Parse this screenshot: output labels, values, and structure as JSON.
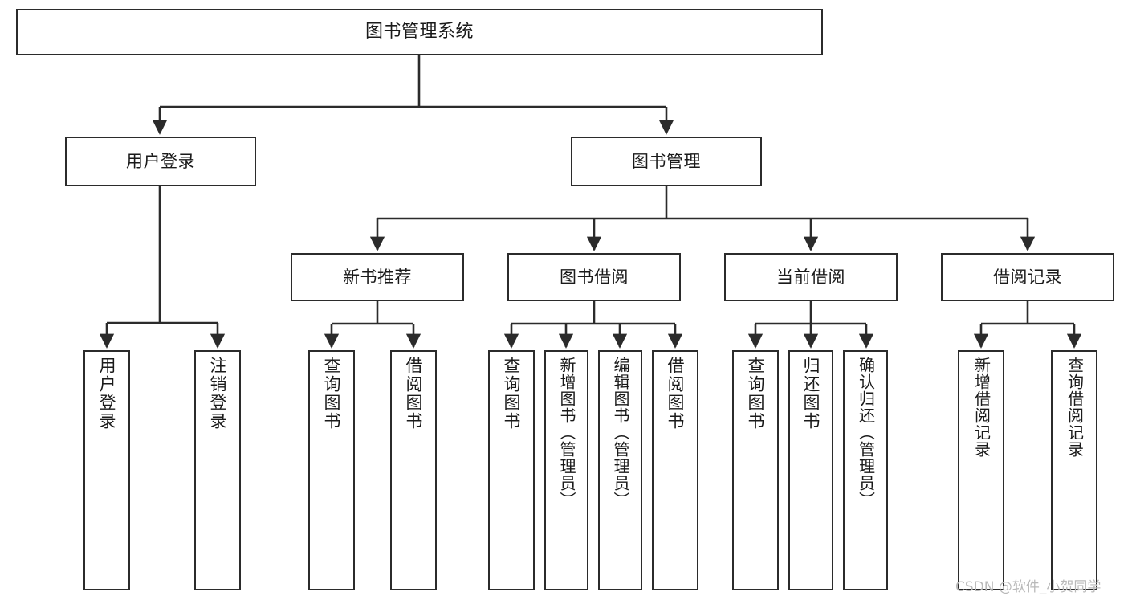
{
  "diagram": {
    "type": "tree-hierarchy-flowchart",
    "title": "图书管理系统",
    "watermark": "CSDN @软件_小贺同学",
    "colors": {
      "box_border": "#2b2b2b",
      "box_fill": "#ffffff",
      "connector": "#2b2b2b",
      "text": "#1a1a1a",
      "watermark": "#b9b9b9",
      "background": "#ffffff"
    },
    "nodes": {
      "root": {
        "id": "root",
        "label": "图书管理系统",
        "level": 1,
        "orientation": "horizontal"
      },
      "level2": [
        {
          "id": "user-login",
          "label": "用户登录",
          "level": 2,
          "orientation": "horizontal",
          "parent": "root"
        },
        {
          "id": "book-manage",
          "label": "图书管理",
          "level": 2,
          "orientation": "horizontal",
          "parent": "root"
        }
      ],
      "level3": [
        {
          "id": "new-book-recommend",
          "label": "新书推荐",
          "level": 3,
          "orientation": "horizontal",
          "parent": "book-manage"
        },
        {
          "id": "book-borrow",
          "label": "图书借阅",
          "level": 3,
          "orientation": "horizontal",
          "parent": "book-manage"
        },
        {
          "id": "current-borrow",
          "label": "当前借阅",
          "level": 3,
          "orientation": "horizontal",
          "parent": "book-manage"
        },
        {
          "id": "borrow-record",
          "label": "借阅记录",
          "level": 3,
          "orientation": "horizontal",
          "parent": "book-manage"
        }
      ],
      "leaves": [
        {
          "id": "leaf-user-login",
          "label": "用户登录",
          "orientation": "vertical",
          "parent": "user-login"
        },
        {
          "id": "leaf-user-logout",
          "label": "注销登录",
          "orientation": "vertical",
          "parent": "user-login"
        },
        {
          "id": "leaf-query-book-1",
          "label": "查询图书",
          "orientation": "vertical",
          "parent": "new-book-recommend"
        },
        {
          "id": "leaf-borrow-book-1",
          "label": "借阅图书",
          "orientation": "vertical",
          "parent": "new-book-recommend"
        },
        {
          "id": "leaf-query-book-2",
          "label": "查询图书",
          "orientation": "vertical",
          "parent": "book-borrow"
        },
        {
          "id": "leaf-add-book",
          "label": "新增图书（管理员）",
          "orientation": "vertical",
          "parent": "book-borrow"
        },
        {
          "id": "leaf-edit-book",
          "label": "编辑图书（管理员）",
          "orientation": "vertical",
          "parent": "book-borrow"
        },
        {
          "id": "leaf-borrow-book-2",
          "label": "借阅图书",
          "orientation": "vertical",
          "parent": "book-borrow"
        },
        {
          "id": "leaf-query-book-3",
          "label": "查询图书",
          "orientation": "vertical",
          "parent": "current-borrow"
        },
        {
          "id": "leaf-return-book",
          "label": "归还图书",
          "orientation": "vertical",
          "parent": "current-borrow"
        },
        {
          "id": "leaf-confirm-return",
          "label": "确认归还（管理员）",
          "orientation": "vertical",
          "parent": "current-borrow"
        },
        {
          "id": "leaf-add-record",
          "label": "新增借阅记录",
          "orientation": "vertical",
          "parent": "borrow-record"
        },
        {
          "id": "leaf-query-record",
          "label": "查询借阅记录",
          "orientation": "vertical",
          "parent": "borrow-record"
        }
      ]
    }
  }
}
